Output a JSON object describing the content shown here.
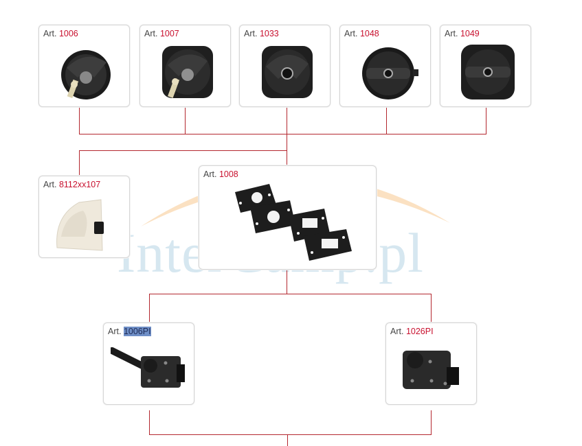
{
  "prefix": "Art.",
  "watermark": "InterCamp.pl",
  "colors": {
    "accent": "#c8102e",
    "line": "#b3262e",
    "highlight": "#6f8fc7"
  },
  "products": [
    {
      "id": "p1006",
      "number": "1006",
      "icon": "lock-handle-key-icon"
    },
    {
      "id": "p1007",
      "number": "1007",
      "icon": "lock-handle-key-square-icon"
    },
    {
      "id": "p1033",
      "number": "1033",
      "icon": "lock-handle-button-icon"
    },
    {
      "id": "p1048",
      "number": "1048",
      "icon": "lock-round-button-icon"
    },
    {
      "id": "p1049",
      "number": "1049",
      "icon": "lock-square-button-icon"
    },
    {
      "id": "p8112",
      "number": "8112xx107",
      "icon": "white-latch-icon"
    },
    {
      "id": "p1008",
      "number": "1008",
      "icon": "mounting-plates-icon"
    },
    {
      "id": "p1006pi",
      "number": "1006PI",
      "icon": "push-lock-cable-icon",
      "selected": true
    },
    {
      "id": "p1026pi",
      "number": "1026PI",
      "icon": "push-lock-latch-icon"
    }
  ]
}
